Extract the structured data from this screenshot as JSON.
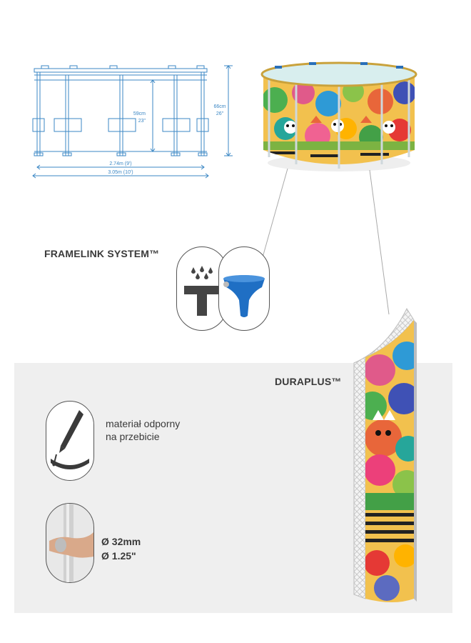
{
  "diagram": {
    "height_outer_cm": "66cm",
    "height_outer_in": "26\"",
    "height_inner_cm": "59cm",
    "height_inner_in": "23\"",
    "width_inner": "2.74m (9')",
    "width_outer": "3.05m (10')"
  },
  "framelink": {
    "title": "FRAMELINK SYSTEM™"
  },
  "duraplus": {
    "title": "DURAPLUS™",
    "feature_line1": "materiał odporny",
    "feature_line2": "na przebicie",
    "pipe_mm": "Ø 32mm",
    "pipe_in": "Ø 1.25\""
  },
  "colors": {
    "dimension_blue": "#3b87c4",
    "panel_grey": "#efefef",
    "water": "#d8eeee",
    "connector_blue": "#1f6fc4"
  }
}
